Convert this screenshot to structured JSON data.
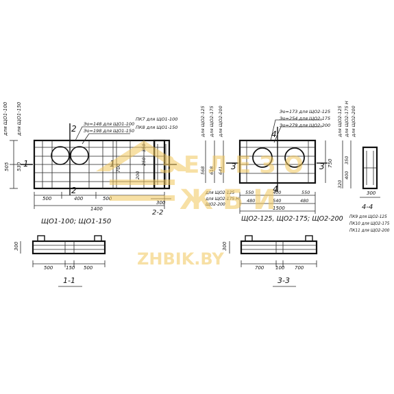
{
  "colors": {
    "ink": "#111111",
    "watermark": "#f2c75c",
    "background": "#ffffff"
  },
  "watermark": {
    "line1": "З Е Л Е З О",
    "line2": "Ж Б И",
    "url": "ZHBIK.BY"
  },
  "left": {
    "height_labels": [
      "для ЩО1-100",
      "для ЩО1-150"
    ],
    "height_dims": [
      "505",
      "530"
    ],
    "section_mark_1": "1",
    "section_mark_2": "2",
    "callout_top1": "Эо=148 для ЩО1-100",
    "callout_top2": "Эо=198 для ЩО1-150",
    "callout_pk7": "ПК7 для ЩО1-100",
    "callout_pk8": "ПК8 для ЩО1-150",
    "dim_700": "700",
    "dims_v": [
      "200",
      "250",
      "350"
    ],
    "dims_bottom": [
      "500",
      "400",
      "500"
    ],
    "dim_total": "1400",
    "title": "ЩО1-100; ЩО1-150",
    "section_22": "2-2",
    "dim_300": "300"
  },
  "right": {
    "height_labels": [
      "для ЩО2-125",
      "для ЩО2-175",
      "для ЩО2-200"
    ],
    "height_dims": [
      "568",
      "618",
      "641"
    ],
    "callout_top1": "Эо=173 для ЩО2-125",
    "callout_top2": "Эо=254 для ЩО2-175",
    "callout_top3": "Эо=279 для ЩО2-200",
    "section_mark_3": "3",
    "section_mark_4": "4",
    "dim_750": "750",
    "right_labels": [
      "для ЩО2-125",
      "для ЩО2-175 Н",
      "для ЩО2-200"
    ],
    "right_dims": [
      "350",
      "400",
      "320"
    ],
    "left_note1": "для ЩО2-125",
    "left_note2": "для ЩО2-175 Н",
    "left_note3": "ЩО2-200",
    "dims_row1": [
      "550",
      "400",
      "550"
    ],
    "dims_row2": [
      "480",
      "540",
      "480"
    ],
    "dim_total": "1500",
    "title": "ЩО2-125, ЩО2-175; ЩО2-200",
    "section_44": "4-4",
    "dim_300": "300",
    "pk_notes": [
      "ПК9 для ЩО2-125",
      "ПК10 для ЩО2-175",
      "ПК11 для ЩО2-200"
    ]
  },
  "bottom_left": {
    "dim_height": "300",
    "dims": [
      "500",
      "150",
      "500"
    ],
    "section": "1-1"
  },
  "bottom_right": {
    "dim_height": "300",
    "dims": [
      "700",
      "100",
      "700"
    ],
    "section": "3-3"
  }
}
